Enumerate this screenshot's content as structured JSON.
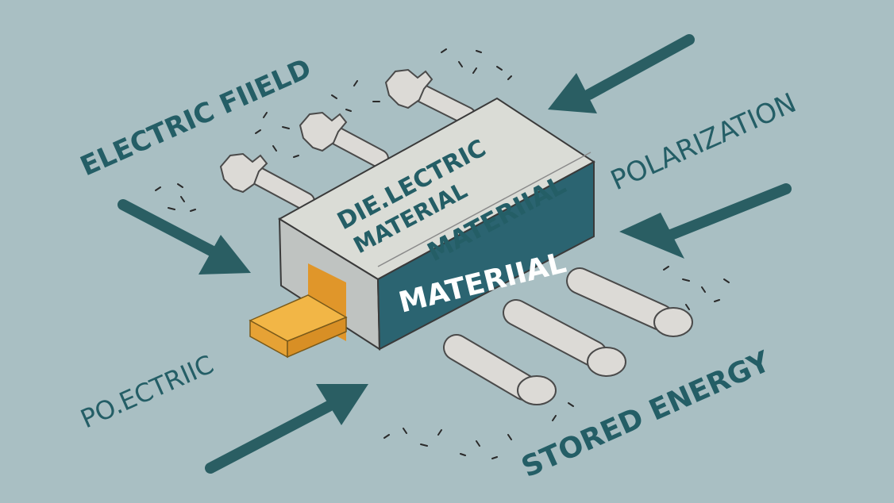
{
  "labels": {
    "electric_field": "ELECTRIC FIIELD",
    "polarization": "POLARIZATION",
    "polarization_display": "POLARIZATION",
    "dielectric_top": "DIE.LECTRIC",
    "material_top": "MATERIAL",
    "material_side_upper": "MATERIIAL",
    "material_front": "MATERIIAL",
    "poelectric": "PO.ECTRIIC",
    "stored_energy": "STORED  ENERGY"
  },
  "colors": {
    "background": "#a9bfc3",
    "teal": "#245e66",
    "box_top": "#dadcd6",
    "box_side": "#bfc3c1",
    "box_front": "#2b6471",
    "orange": "#f2b646",
    "dipole": "#dcdad6"
  }
}
